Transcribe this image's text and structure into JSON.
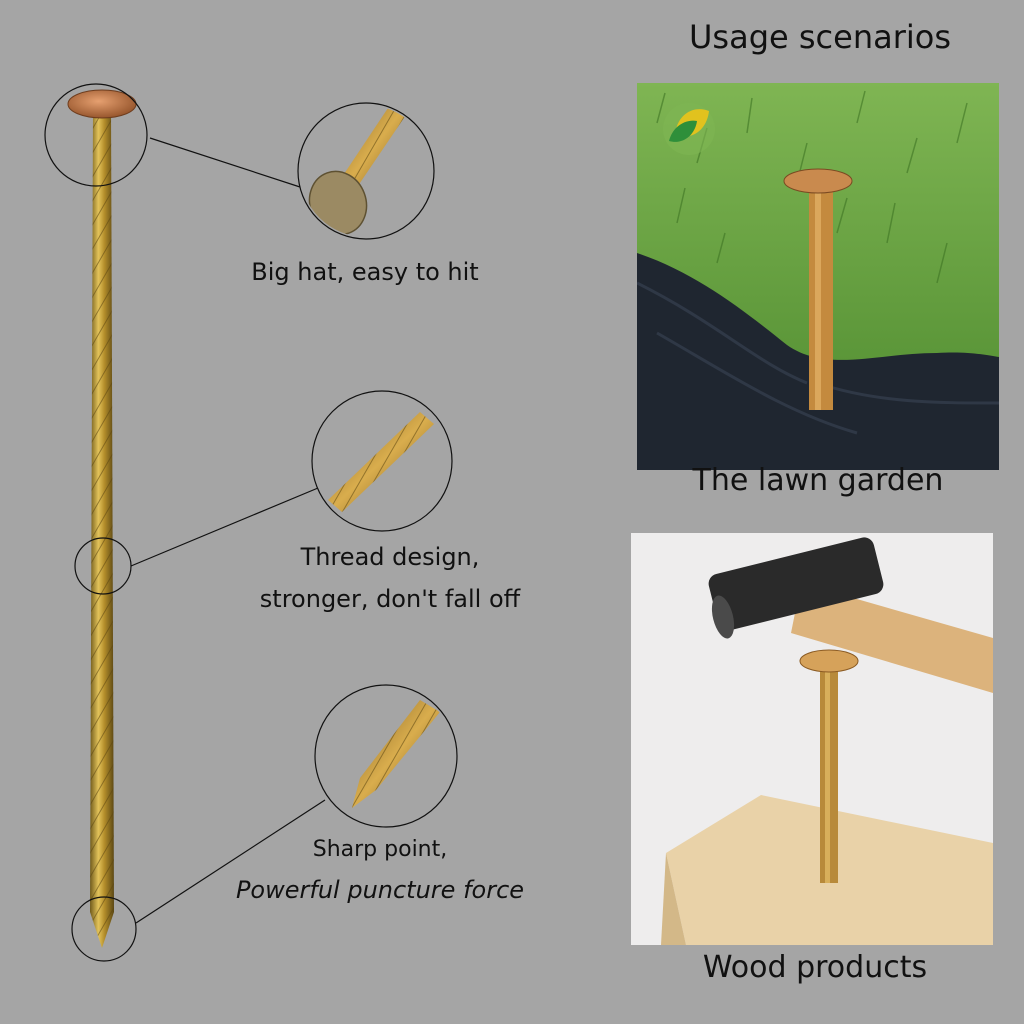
{
  "header": {
    "title": "Usage scenarios"
  },
  "features": [
    {
      "id": "head",
      "lines": [
        "Big hat, easy to hit"
      ]
    },
    {
      "id": "thread",
      "lines": [
        "Thread design,",
        "stronger, don't fall off"
      ]
    },
    {
      "id": "point",
      "lines": [
        "Sharp point,",
        "Powerful puncture force"
      ]
    }
  ],
  "scenarios": [
    {
      "id": "lawn",
      "caption": "The lawn garden"
    },
    {
      "id": "wood",
      "caption": "Wood products"
    }
  ],
  "colors": {
    "background": "#a5a5a5",
    "nail_gold": "#c9a23a",
    "nail_copper": "#b8733a",
    "grass": "#5f9a3c",
    "fabric": "#1f2630",
    "wood_block": "#e9d2a8",
    "hammer_handle": "#d9b07a"
  },
  "icons": [
    "logo-leaf-icon"
  ]
}
